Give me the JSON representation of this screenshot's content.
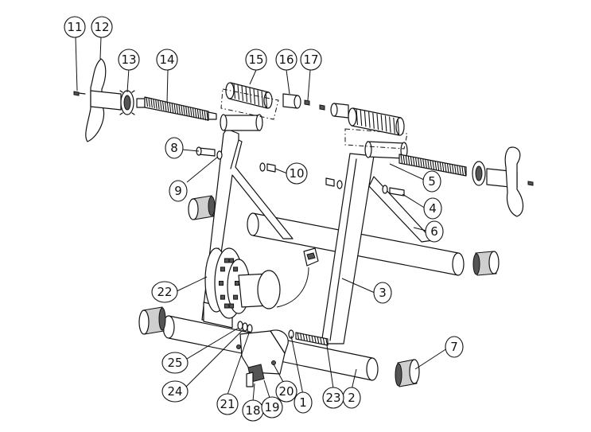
{
  "diagram": {
    "type": "exploded-parts-drawing",
    "subject": "bicycle trainer stand",
    "callouts": [
      {
        "id": "c1",
        "label": "1"
      },
      {
        "id": "c2",
        "label": "2"
      },
      {
        "id": "c3",
        "label": "3"
      },
      {
        "id": "c4",
        "label": "4"
      },
      {
        "id": "c5",
        "label": "5"
      },
      {
        "id": "c6",
        "label": "6"
      },
      {
        "id": "c7",
        "label": "7"
      },
      {
        "id": "c8",
        "label": "8"
      },
      {
        "id": "c9",
        "label": "9"
      },
      {
        "id": "c10",
        "label": "10"
      },
      {
        "id": "c11",
        "label": "11"
      },
      {
        "id": "c12",
        "label": "12"
      },
      {
        "id": "c13",
        "label": "13"
      },
      {
        "id": "c14",
        "label": "14"
      },
      {
        "id": "c15",
        "label": "15"
      },
      {
        "id": "c16",
        "label": "16"
      },
      {
        "id": "c17",
        "label": "17"
      },
      {
        "id": "c18",
        "label": "18"
      },
      {
        "id": "c19",
        "label": "19"
      },
      {
        "id": "c20",
        "label": "20"
      },
      {
        "id": "c21",
        "label": "21"
      },
      {
        "id": "c22",
        "label": "22"
      },
      {
        "id": "c23",
        "label": "23"
      },
      {
        "id": "c24",
        "label": "24"
      },
      {
        "id": "c25",
        "label": "25"
      }
    ]
  }
}
